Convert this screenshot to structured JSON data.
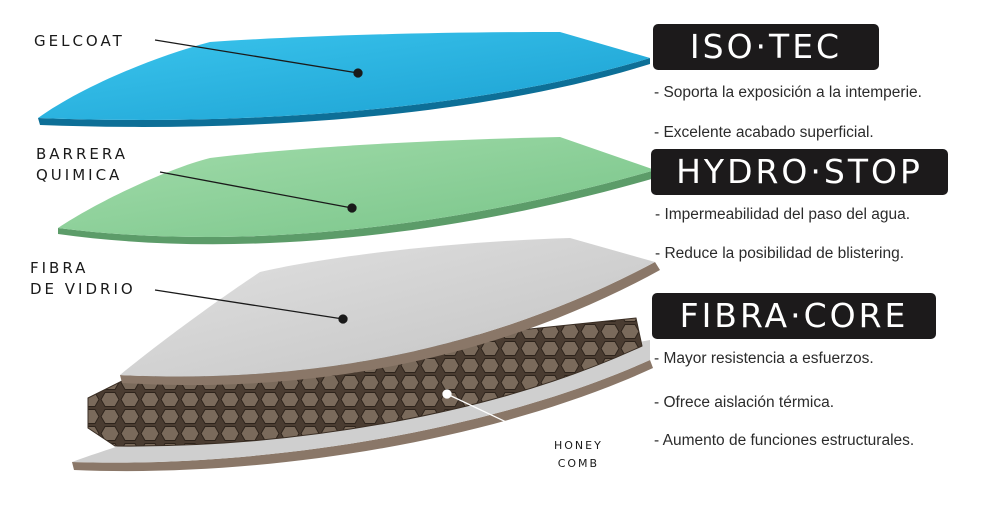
{
  "layers": {
    "gelcoat": "GELCOAT",
    "barrera": "BARRERA\nQUIMICA",
    "fibra": "FIBRA\nDE VIDRIO",
    "honeycomb": "HONEY\nCOMB"
  },
  "brands": {
    "iso_tec": {
      "name": "ISO·TEC",
      "features": [
        "- Soporta la exposición a la intemperie.",
        "- Excelente acabado superficial."
      ]
    },
    "hydro_stop": {
      "name": "HYDRO·STOP",
      "features": [
        "- Impermeabilidad del paso del agua.",
        "- Reduce la posibilidad de blistering."
      ]
    },
    "fibra_core": {
      "name": "FIBRA·CORE",
      "features": [
        "- Mayor resistencia  a esfuerzos.",
        "- Ofrece aislación térmica.",
        "- Aumento de funciones estructurales."
      ]
    }
  },
  "colors": {
    "gelcoat": "#1fb3e0",
    "barrera": "#8fd29d",
    "fibra": "#d2d2d2",
    "honeycomb": "#5a4a3e",
    "brand_box": "#1c1a1b"
  }
}
